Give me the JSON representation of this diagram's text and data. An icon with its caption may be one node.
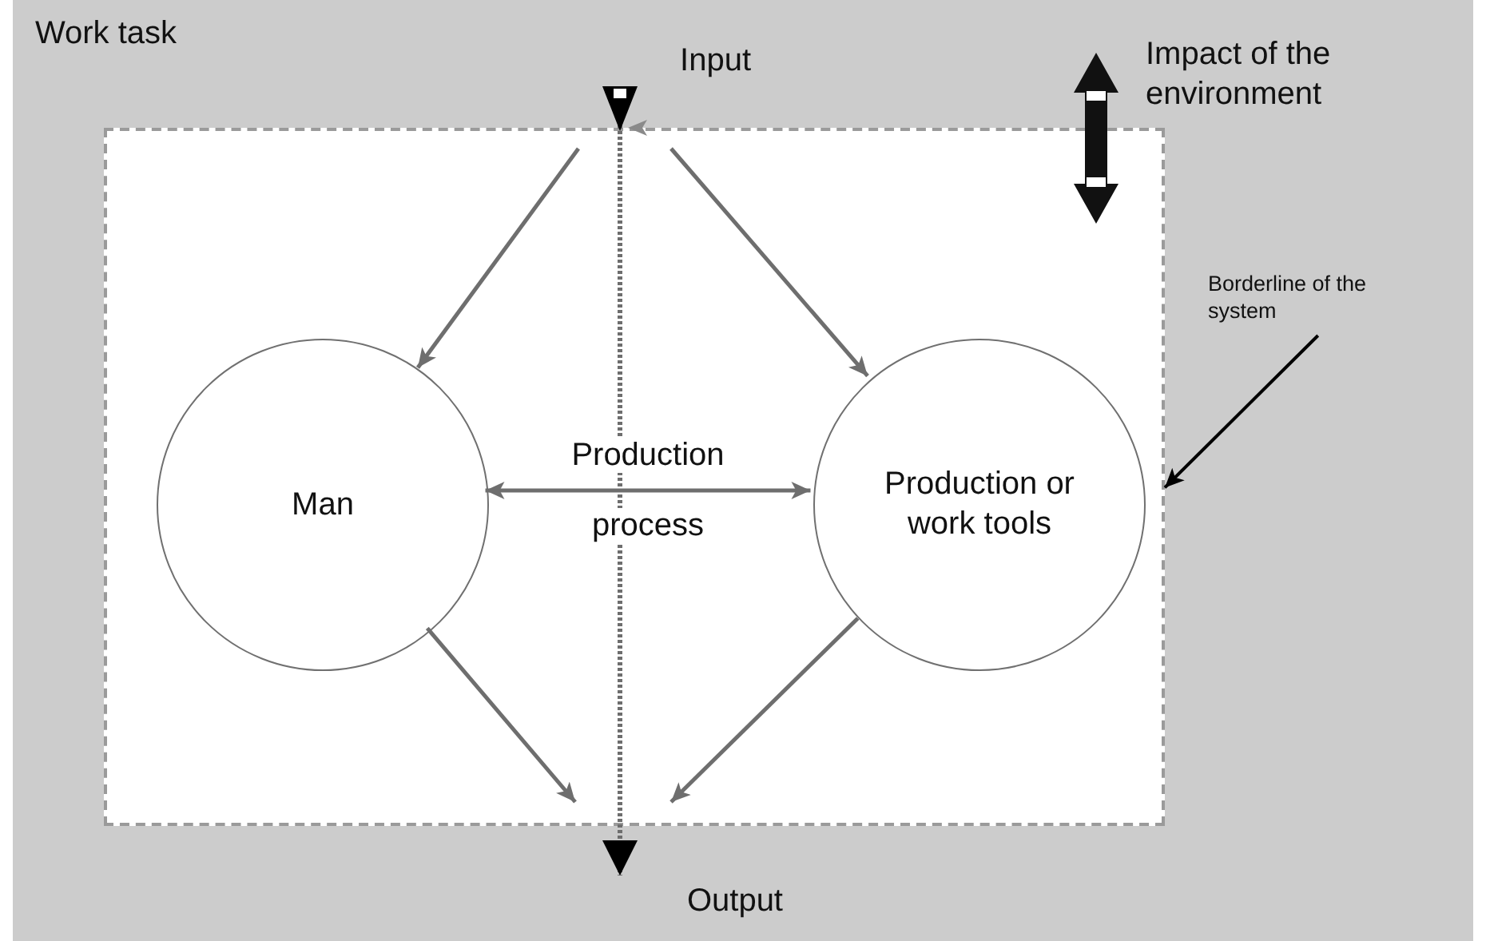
{
  "diagram": {
    "nodes": [
      {
        "text": [
          "Work task"
        ]
      },
      {
        "text": [],
        "shape": "box",
        "in": 0
      },
      {
        "text": [
          "Input"
        ],
        "in": 0
      },
      {
        "text": [
          "Man"
        ],
        "in": 1
      },
      {
        "text": [
          "Production or work tools"
        ],
        "in": 1
      },
      {
        "text": [
          "Output"
        ],
        "in": 0
      },
      {
        "text": [
          "Borderline of the system"
        ],
        "in": 0
      }
    ],
    "edges": [
      {
        "from": 2,
        "to": 5,
        "arrow": "to",
        "style": "dashed"
      },
      {
        "from": null,
        "to": 3,
        "arrow": "to"
      },
      {
        "from": null,
        "to": 4,
        "arrow": "to"
      },
      {
        "from": 3,
        "to": 4,
        "arrow": "both",
        "label": "Production process"
      },
      {
        "from": 3,
        "to": null,
        "arrow": "to"
      },
      {
        "from": 4,
        "to": null,
        "arrow": "to"
      },
      {
        "from": 6,
        "to": 1,
        "arrow": "to",
        "color": "#000000"
      }
    ],
    "labels": [
      "Impact of the environment"
    ]
  }
}
